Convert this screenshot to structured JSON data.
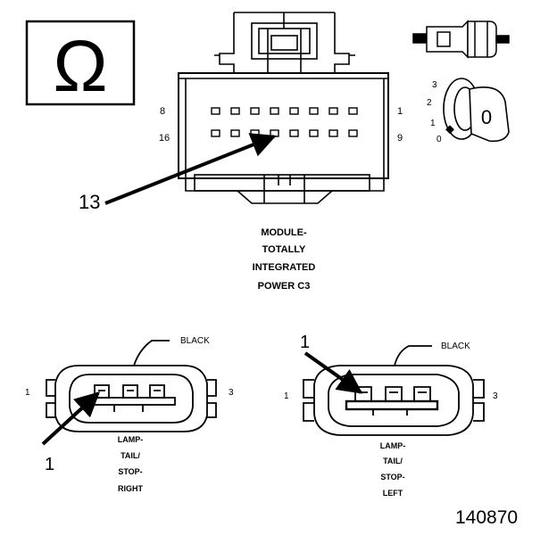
{
  "ohm_symbol": "Ω",
  "module": {
    "pin_labels": {
      "top_left": "8",
      "top_right": "1",
      "bottom_left": "16",
      "bottom_right": "9"
    },
    "callout": "13",
    "title_lines": [
      "MODULE-",
      "TOTALLY",
      "INTEGRATED",
      "POWER C3"
    ]
  },
  "key_symbol": {
    "positions": [
      "3",
      "2",
      "1",
      "0"
    ],
    "key_label": "0"
  },
  "right_lamp": {
    "color_label": "BLACK",
    "pin_left": "1",
    "pin_right": "3",
    "callout": "1",
    "title_lines": [
      "LAMP-",
      "TAIL/",
      "STOP-",
      "RIGHT"
    ]
  },
  "left_lamp": {
    "color_label": "BLACK",
    "pin_left": "1",
    "pin_right": "3",
    "callout": "1",
    "title_lines": [
      "LAMP-",
      "TAIL/",
      "STOP-",
      "LEFT"
    ]
  },
  "figure_number": "140870"
}
